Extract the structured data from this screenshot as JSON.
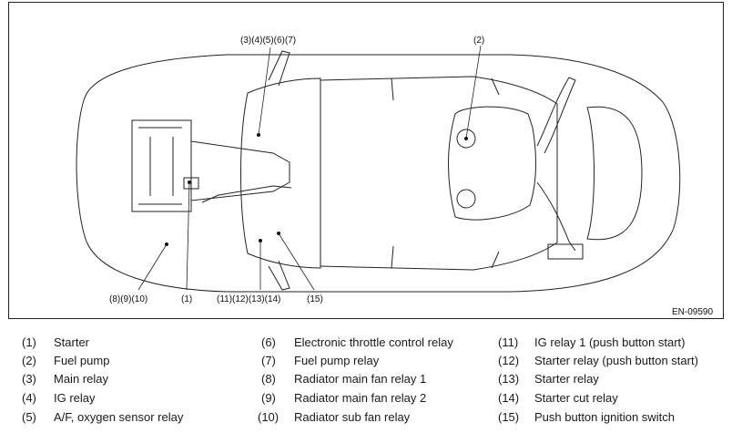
{
  "figure": {
    "code": "EN-09590",
    "callouts": {
      "top_left_group": "(3)(4)(5)(6)(7)",
      "top_right": "(2)",
      "bottom_left_group": "(8)(9)(10)",
      "bottom_1": "(1)",
      "bottom_mid_group": "(11)(12)(13)(14)",
      "bottom_15": "(15)"
    }
  },
  "legend": {
    "items": [
      {
        "num": "(1)",
        "label": "Starter"
      },
      {
        "num": "(2)",
        "label": "Fuel pump"
      },
      {
        "num": "(3)",
        "label": "Main relay"
      },
      {
        "num": "(4)",
        "label": "IG relay"
      },
      {
        "num": "(5)",
        "label": "A/F, oxygen sensor relay"
      },
      {
        "num": "(6)",
        "label": "Electronic throttle control relay"
      },
      {
        "num": "(7)",
        "label": "Fuel pump relay"
      },
      {
        "num": "(8)",
        "label": "Radiator main fan relay 1"
      },
      {
        "num": "(9)",
        "label": "Radiator main fan relay 2"
      },
      {
        "num": "(10)",
        "label": "Radiator sub fan relay"
      },
      {
        "num": "(11)",
        "label": "IG relay 1 (push button start)"
      },
      {
        "num": "(12)",
        "label": "Starter relay (push button start)"
      },
      {
        "num": "(13)",
        "label": "Starter relay"
      },
      {
        "num": "(14)",
        "label": "Starter cut relay"
      },
      {
        "num": "(15)",
        "label": "Push button ignition switch"
      }
    ]
  }
}
